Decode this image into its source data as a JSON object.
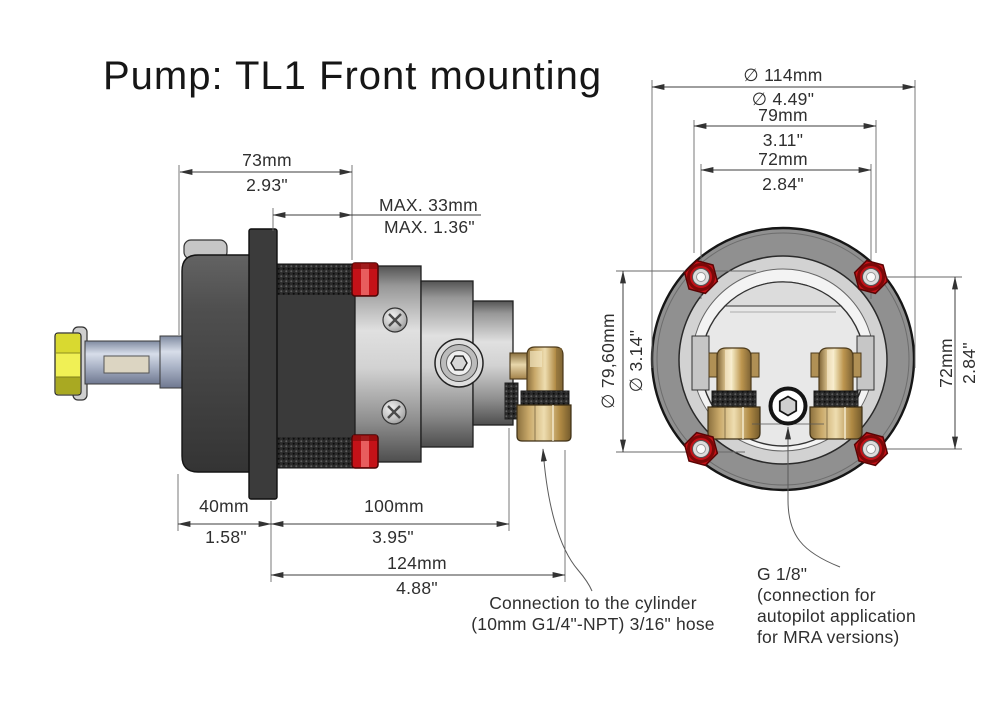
{
  "title": "Pump: TL1 Front mounting",
  "colors": {
    "red": "#c41218",
    "red_dark": "#6e0606",
    "yellow": "#f0f055",
    "brass": "#c9a96a",
    "steel": "#aab3c6",
    "body_gray": "#bdbdbd",
    "housing": "#454545",
    "flange": "#3b3b3b",
    "ring_gray": "#909090",
    "line": "#3c3c3c"
  },
  "side_view": {
    "dims": {
      "w73": {
        "mm": "73mm",
        "inch": "2.93\""
      },
      "max33": {
        "mm": "MAX. 33mm",
        "inch": "MAX. 1.36\""
      },
      "w40": {
        "mm": "40mm",
        "inch": "1.58\""
      },
      "w100": {
        "mm": "100mm",
        "inch": "3.95\""
      },
      "w124": {
        "mm": "124mm",
        "inch": "4.88\""
      }
    },
    "annotation": {
      "line1": "Connection to the cylinder",
      "line2": "(10mm G1/4\"-NPT) 3/16\" hose"
    }
  },
  "front_view": {
    "dims": {
      "d114": {
        "mm": "∅ 114mm",
        "inch": "∅ 4.49\""
      },
      "w79": {
        "mm": "79mm",
        "inch": "3.11\""
      },
      "w72": {
        "mm": "72mm",
        "inch": "2.84\""
      },
      "d7960": {
        "mm": "∅ 79,60mm",
        "inch": "∅ 3.14\""
      },
      "h72": {
        "mm": "72mm",
        "inch": "2.84\""
      }
    },
    "annotation": {
      "line1": "G 1/8\"",
      "line2": "(connection for",
      "line3": "autopilot application",
      "line4": " for MRA versions)"
    }
  }
}
